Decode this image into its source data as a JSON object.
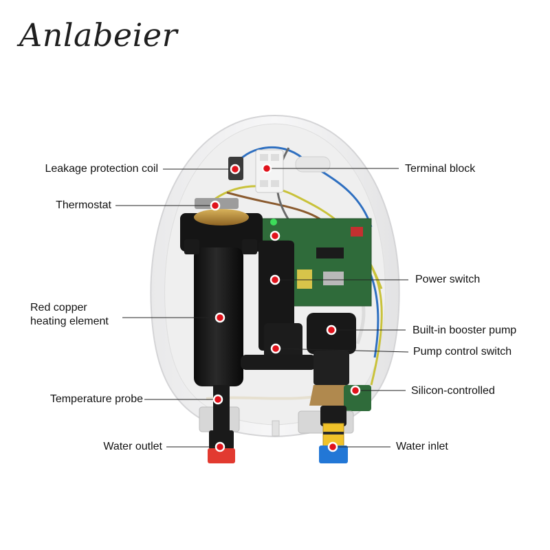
{
  "brand": {
    "name": "Anlabeier"
  },
  "labels": {
    "leakage_protection_coil": "Leakage protection coil",
    "thermostat": "Thermostat",
    "heating_line1": "Red copper",
    "heating_line2": "heating element",
    "temperature_probe": "Temperature probe",
    "water_outlet": "Water outlet",
    "terminal_block": "Terminal block",
    "power_switch": "Power switch",
    "booster_pump": "Built-in booster pump",
    "pump_control_switch": "Pump control switch",
    "silicon_controlled": "Silicon-controlled",
    "water_inlet": "Water inlet"
  },
  "colors": {
    "marker": "#e0121b",
    "shell": "#f1f1f1",
    "heater_body": "#161616",
    "copper_flange": "#b88a36",
    "pcb": "#2f6b3a",
    "outlet_cap": "#e23a30",
    "inlet_cap": "#2277d6"
  }
}
